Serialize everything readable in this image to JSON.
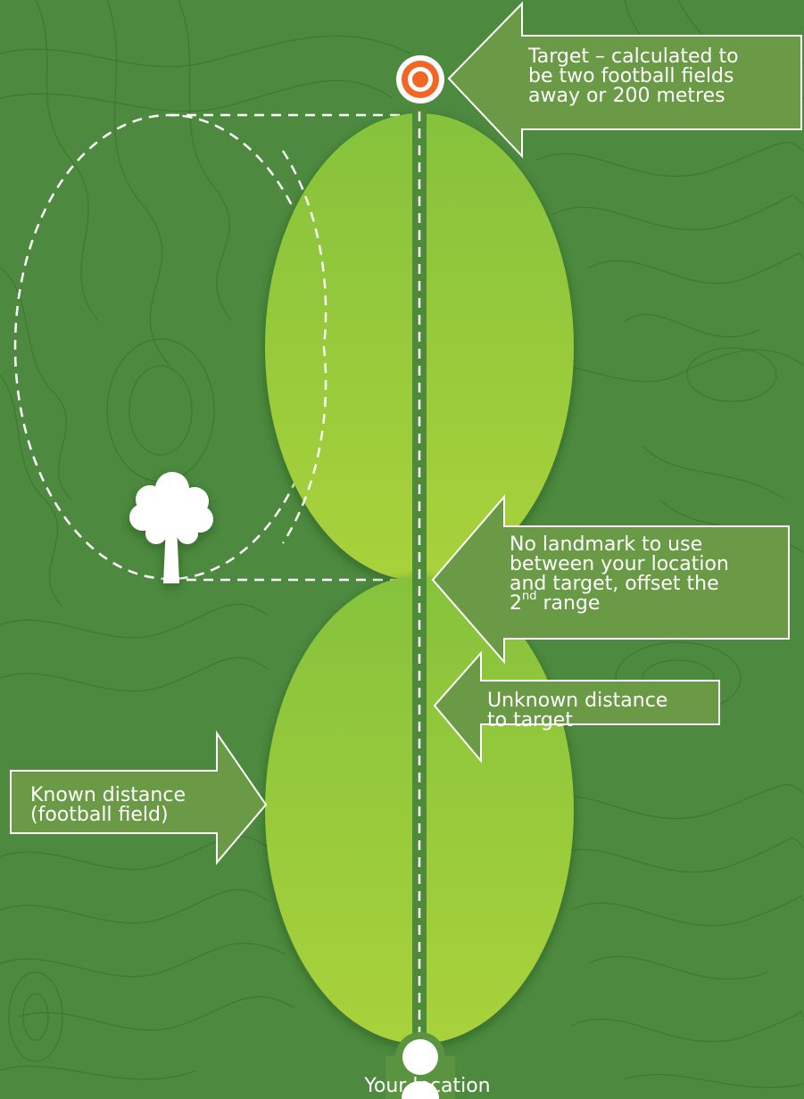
{
  "colors": {
    "background": "#4d8a3f",
    "contour": "#3f7533",
    "field_light": "#a7d13a",
    "field_top": "#8cc43c",
    "path": "#4f8a3a",
    "callout": "#6a9a45",
    "target": "#f26522",
    "white": "#ffffff"
  },
  "icons": {
    "target": "bullseye-target-icon",
    "tree": "tree-icon",
    "person": "person-icon"
  },
  "callouts": {
    "target": [
      "Target – calculated to",
      "be two football fields",
      "away or 200 metres"
    ],
    "landmark": {
      "line1": "No landmark to use",
      "line2": "between your location",
      "line3": "and target, offset the",
      "line4_num": "2",
      "line4_sup": "nd",
      "line4_rest": " range"
    },
    "known": [
      "Known distance",
      "(football field)"
    ],
    "unknown": [
      "Unknown distance",
      "to target"
    ]
  },
  "your_location": "Your location"
}
